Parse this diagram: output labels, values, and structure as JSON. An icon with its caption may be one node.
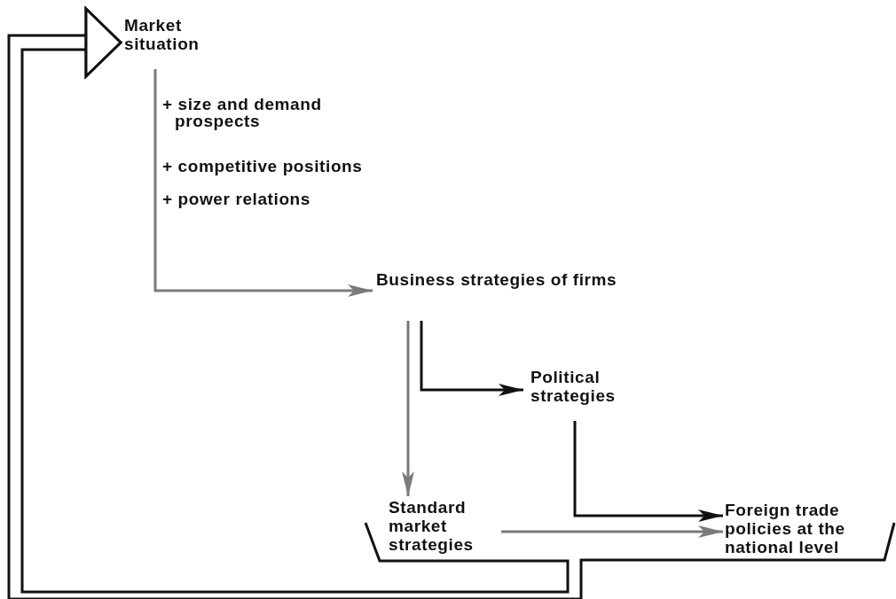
{
  "diagram": {
    "nodes": [
      {
        "text": [
          "Market situation"
        ]
      },
      {
        "text": [
          "Business strategies of firms"
        ]
      },
      {
        "text": [
          "Political strategies"
        ]
      },
      {
        "text": [
          "Standard market strategies"
        ]
      },
      {
        "text": [
          "Foreign trade policies at the national level"
        ]
      }
    ],
    "edges": [
      {
        "from": 0,
        "to": 1,
        "arrow": "to",
        "color": "#7a7a7a"
      },
      {
        "from": 1,
        "to": 3,
        "arrow": "to",
        "color": "#7a7a7a"
      },
      {
        "from": 1,
        "to": 2,
        "arrow": "to"
      },
      {
        "from": 2,
        "to": 4,
        "arrow": "to"
      },
      {
        "from": 3,
        "to": 4,
        "arrow": "to",
        "color": "#7a7a7a"
      },
      {
        "from": 3,
        "to": 0,
        "arrow": "to"
      },
      {
        "from": 4,
        "to": 0,
        "arrow": "to"
      }
    ],
    "labels": [
      "+ size and demand prospects",
      "+ competitive positions",
      "+ power relations"
    ]
  }
}
